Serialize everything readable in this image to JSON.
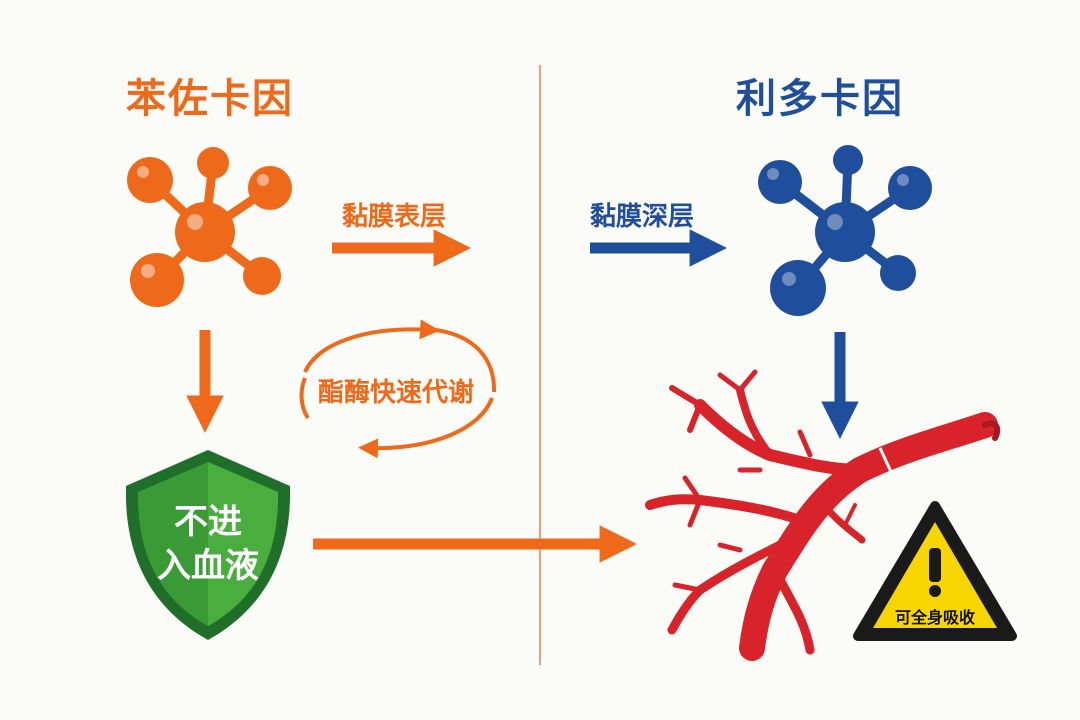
{
  "left": {
    "title": "苯佐卡因",
    "arrow_label": "黏膜表层",
    "cycle_label": "酯酶快速代谢",
    "shield_line1": "不进",
    "shield_line2": "入血液",
    "color": "#ee6a1a"
  },
  "right": {
    "title": "利多卡因",
    "arrow_label": "黏膜深层",
    "warning_label": "可全身吸收",
    "color": "#1f4e9c"
  },
  "icons": {
    "molecule": "molecule-icon",
    "shield": "shield-icon",
    "blood_vessel": "blood-vessel-icon",
    "warning": "warning-icon"
  },
  "colors": {
    "shield_green": "#3a9a35",
    "vessel_red": "#d9232a",
    "warning_yellow": "#f6d500"
  }
}
